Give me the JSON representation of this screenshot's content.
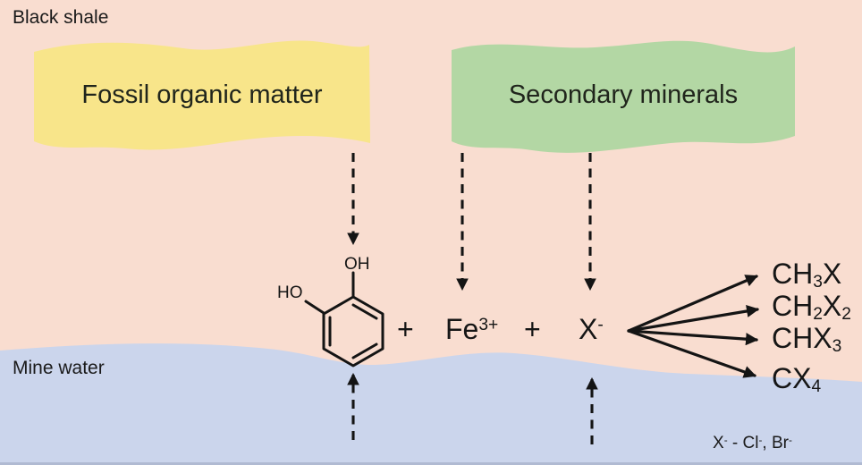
{
  "colors": {
    "shale_background": "#f9ddd0",
    "water_background": "#cbd5ec",
    "fossil_banner": "#f8e58a",
    "minerals_banner": "#b3d7a4",
    "line": "#141414"
  },
  "regions": {
    "shale_label": "Black shale",
    "water_label": "Mine water"
  },
  "banners": {
    "fossil": "Fossil organic matter",
    "minerals": "Secondary minerals"
  },
  "reaction": {
    "catechol": {
      "hydroxyl_top": "OH",
      "hydroxyl_left": "HO"
    },
    "plus": "+",
    "iron": {
      "symbol": "Fe",
      "charge": "3+"
    },
    "halide": {
      "symbol": "X",
      "charge": "-"
    },
    "products": [
      {
        "name": "CH3X",
        "main1": "CH",
        "sub1": "3",
        "main2": "X",
        "sub2": ""
      },
      {
        "name": "CH2X2",
        "main1": "CH",
        "sub1": "2",
        "main2": "X",
        "sub2": "2"
      },
      {
        "name": "CHX3",
        "main1": "CHX",
        "sub1": "3",
        "main2": "",
        "sub2": ""
      },
      {
        "name": "CX4",
        "main1": "CX",
        "sub1": "4",
        "main2": "",
        "sub2": ""
      }
    ]
  },
  "legend": {
    "x": "X",
    "x_charge": "-",
    "dash": " - ",
    "cl": "Cl",
    "cl_charge": "-",
    "comma": ", ",
    "br": "Br",
    "br_charge": "-"
  }
}
